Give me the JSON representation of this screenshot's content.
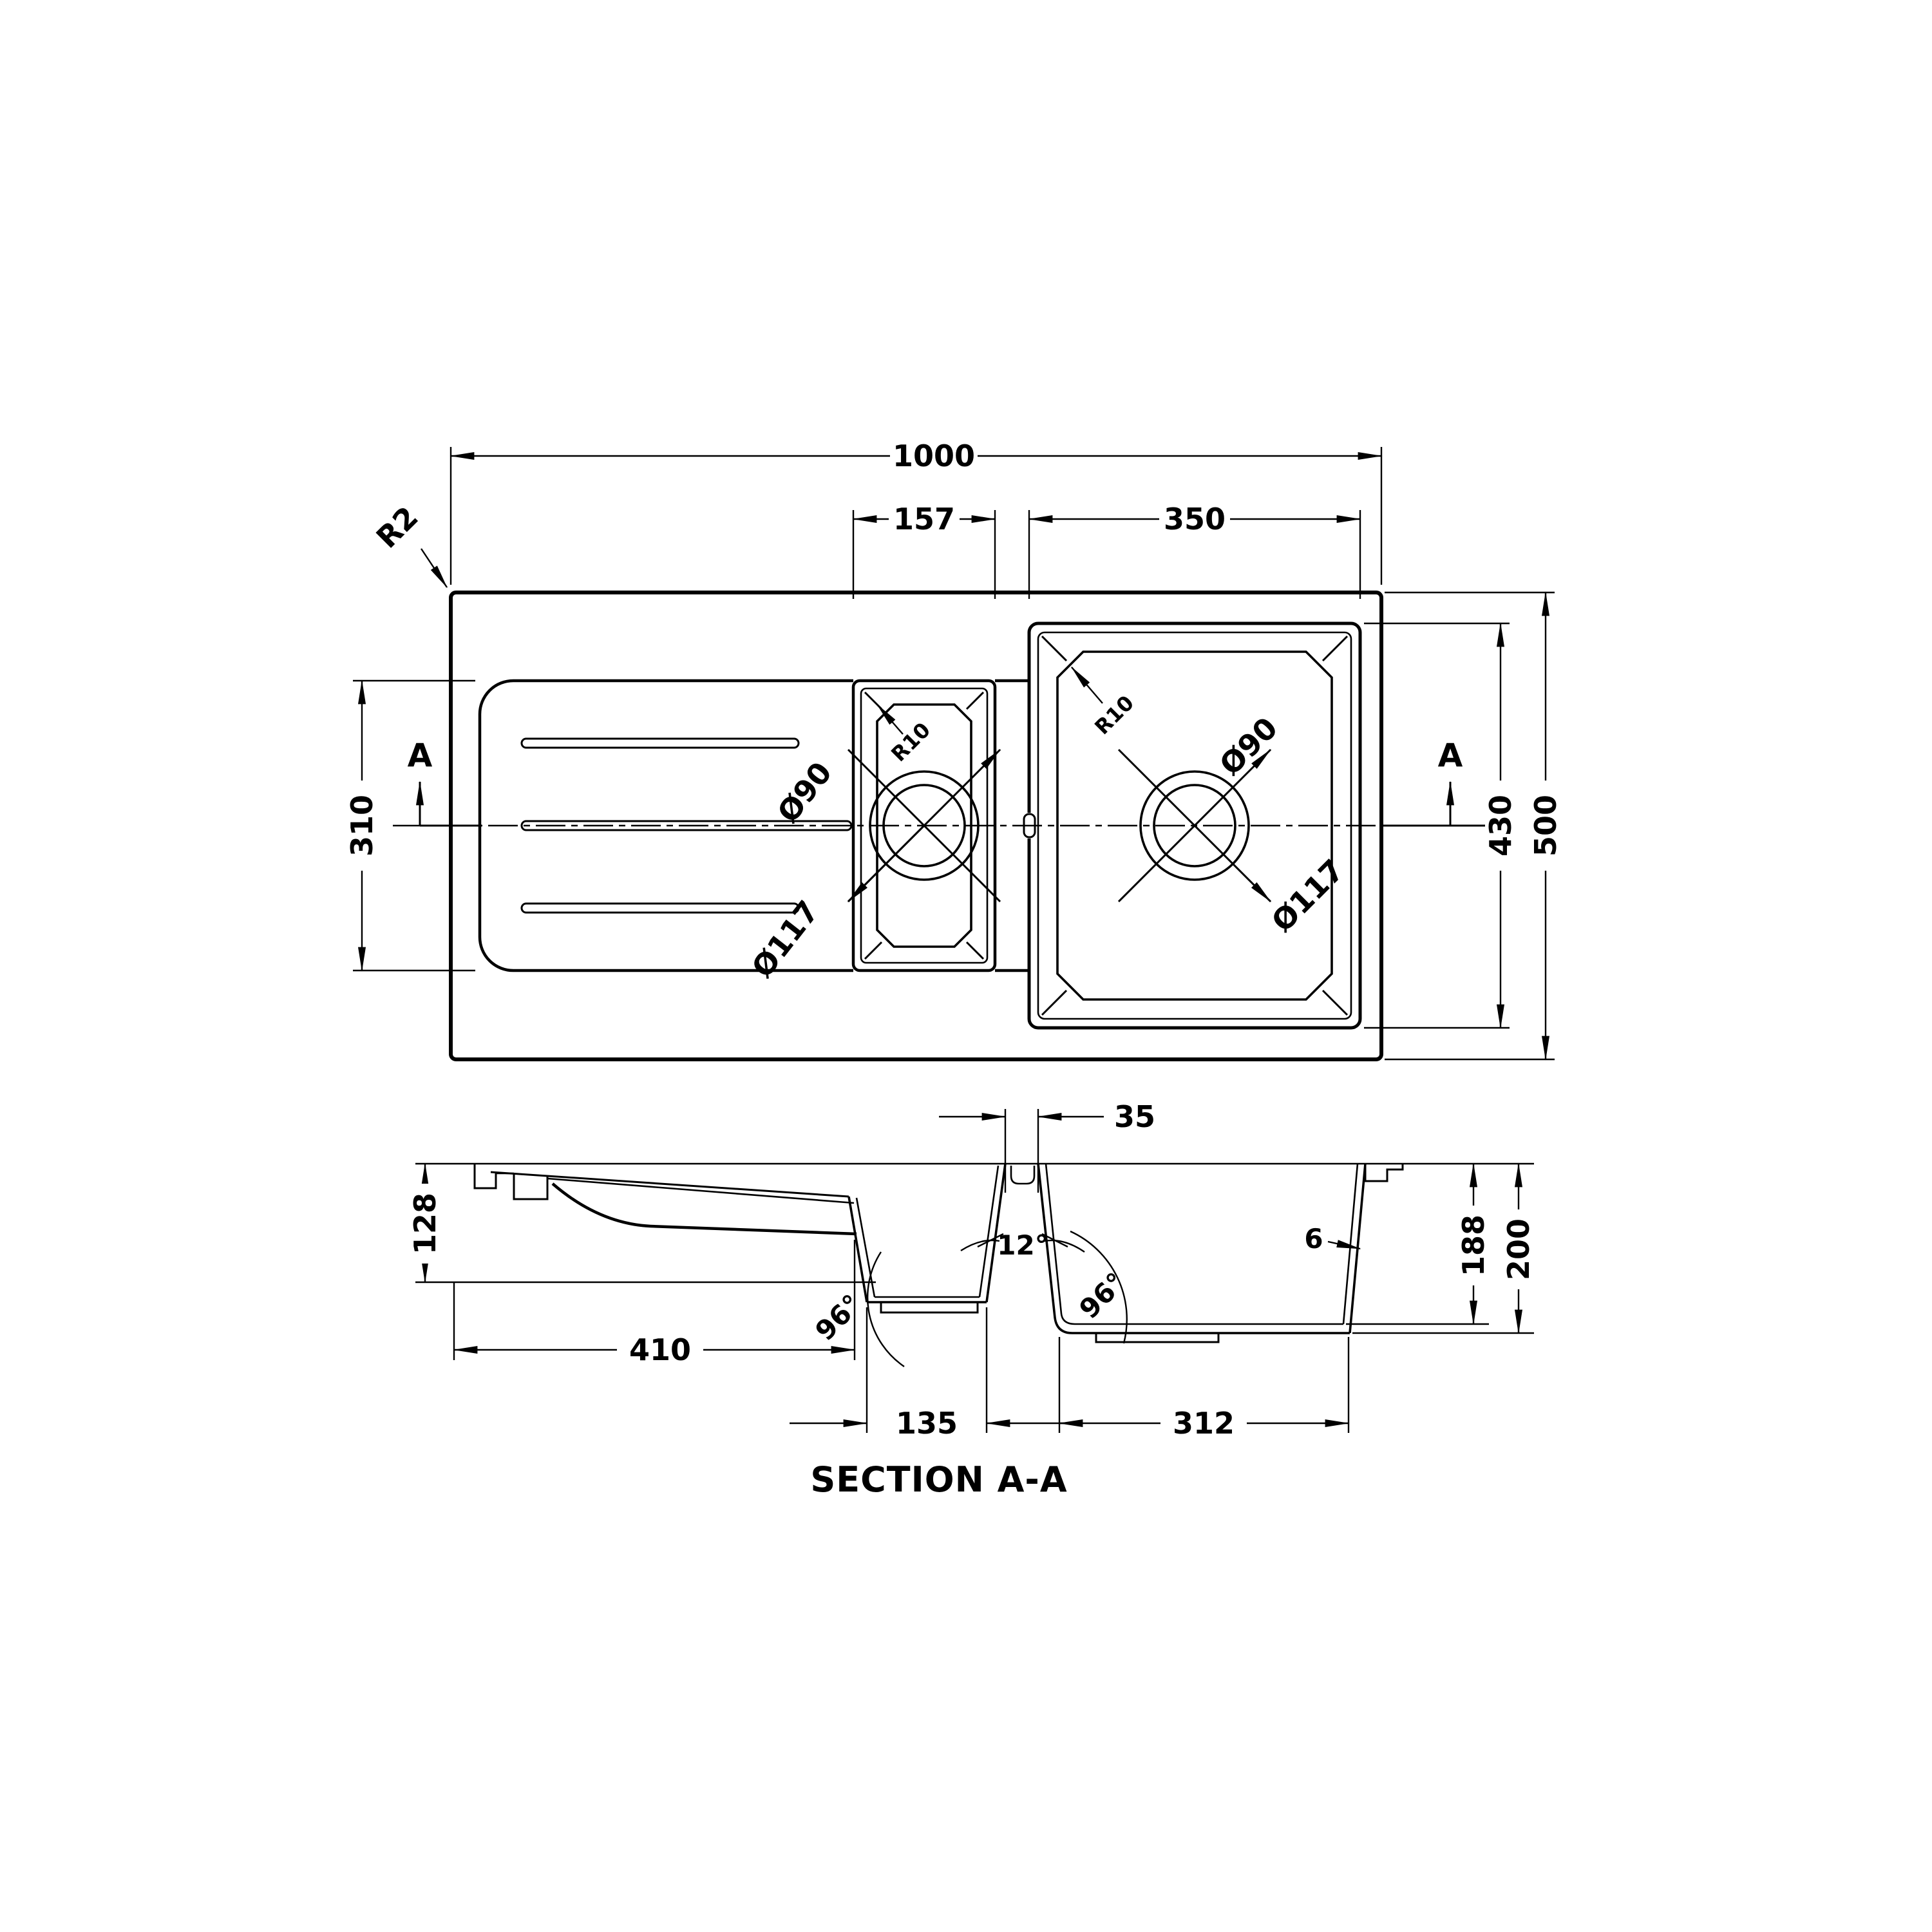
{
  "colors": {
    "ink": "#000000",
    "paper": "#ffffff"
  },
  "title": {
    "label": "SECTION A-A"
  },
  "plan_view": {
    "dims": {
      "overall_width": "1000",
      "small_bowl_width": "157",
      "main_bowl_width": "350",
      "drainer_recess_depth": "310",
      "main_bowl_length": "430",
      "overall_depth": "500"
    },
    "corner_radius_label": "R2",
    "section_marker": "A",
    "small_bowl": {
      "corner_radius": "R10",
      "drain_dia": "Ø90",
      "drain_recess_dia": "Ø117"
    },
    "main_bowl": {
      "corner_radius": "R10",
      "drain_dia": "Ø90",
      "drain_recess_dia": "Ø117"
    }
  },
  "section_view": {
    "dims": {
      "divider_top_width": "35",
      "drainer_depth": "128",
      "drainer_length": "410",
      "small_bowl_bottom_width": "135",
      "main_bowl_bottom_width": "312",
      "main_bowl_depth": "188",
      "overall_height": "200",
      "wall_thickness": "6"
    },
    "angles": {
      "divider_taper": "12°",
      "small_bowl_wall": "96°",
      "main_bowl_wall": "96°"
    }
  }
}
